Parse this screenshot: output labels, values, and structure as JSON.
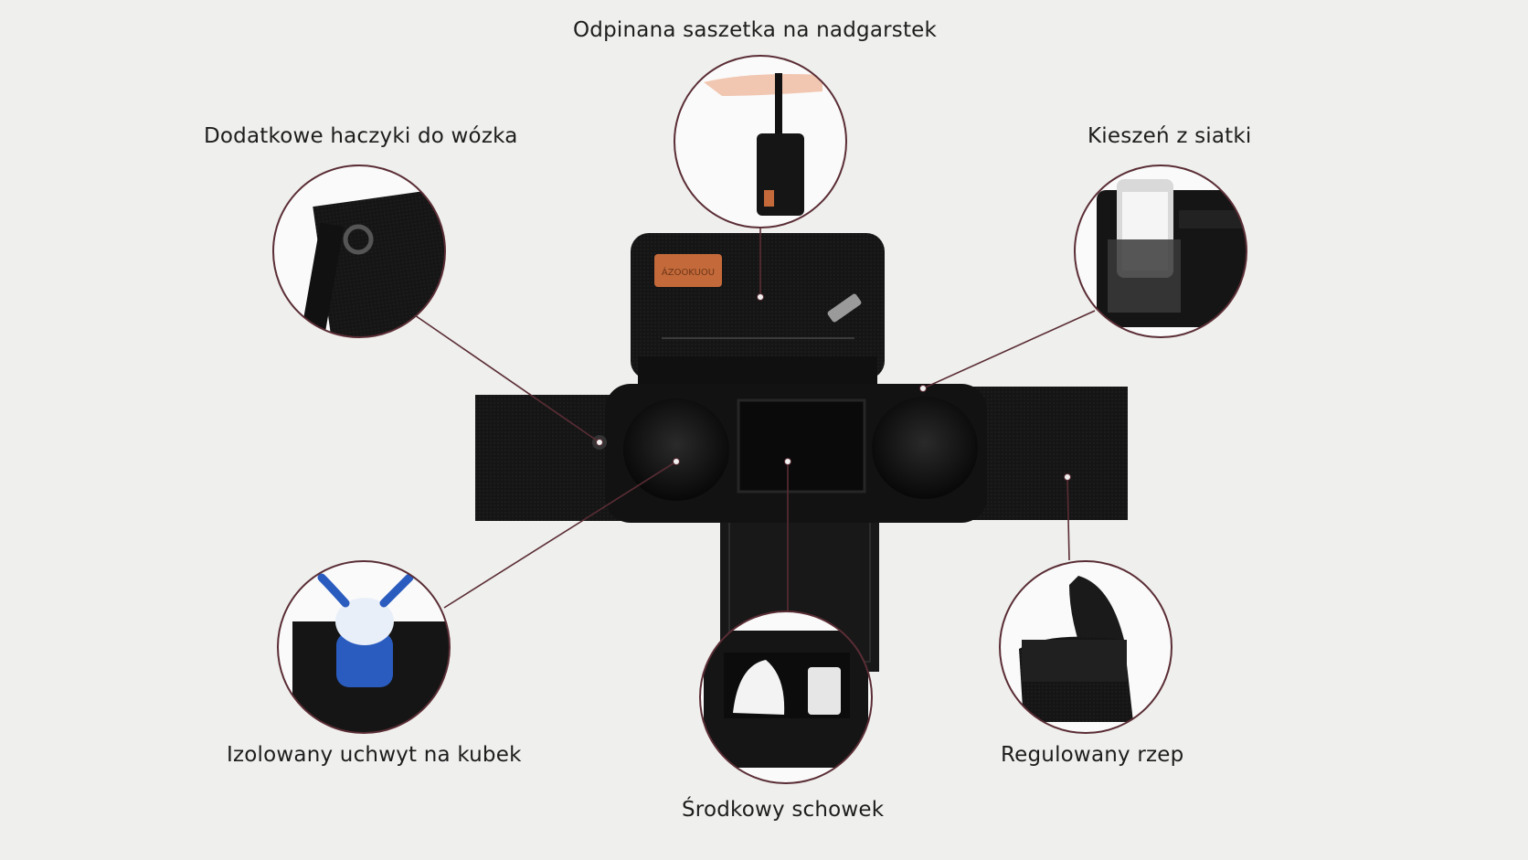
{
  "features": [
    {
      "id": "wrist-pouch",
      "label": "Odpinana saszetka na nadgarstek"
    },
    {
      "id": "hooks",
      "label": "Dodatkowe haczyki do wózka"
    },
    {
      "id": "mesh-pocket",
      "label": "Kieszeń z siatki"
    },
    {
      "id": "cup-holder",
      "label": "Izolowany uchwyt na kubek"
    },
    {
      "id": "velcro",
      "label": "Regulowany rzep"
    },
    {
      "id": "center-storage",
      "label": "Środkowy schowek"
    }
  ],
  "product": {
    "brand_patch": "ÁZOOKUOU"
  },
  "colors": {
    "background": "#efefed",
    "fabric": "#151515",
    "callout_ring": "#5a2d35",
    "patch": "#c46a3a"
  }
}
